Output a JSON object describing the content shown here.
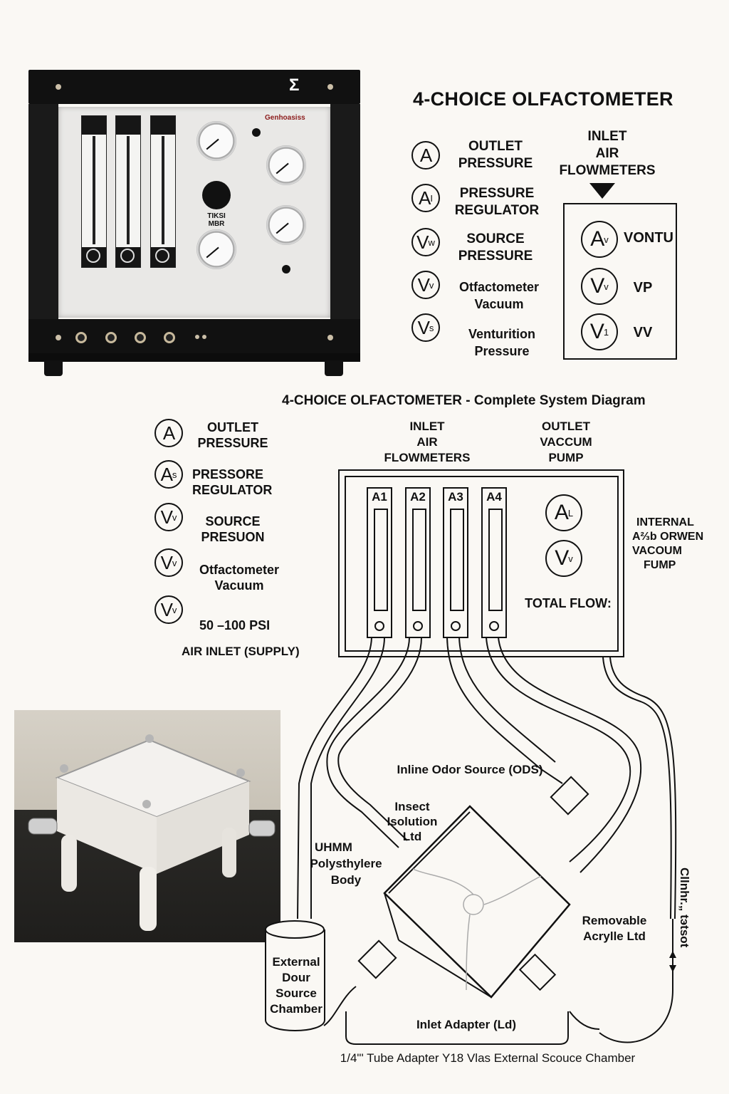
{
  "device_photo": {
    "logo_symbol": "Σ",
    "brand_label": "Genhoasiss",
    "center_label_line1": "TIKSI",
    "center_label_line2": "MBR",
    "flowmeter_count": 3,
    "gauge_count": 4,
    "front_port_count": 4
  },
  "header": {
    "title": "4-CHOICE OLFACTOMETER"
  },
  "legend_top": {
    "items": [
      {
        "symbol": "A",
        "sub": "",
        "line1": "OUTLET",
        "line2": "PRESSURE"
      },
      {
        "symbol": "A",
        "sub": "I",
        "line1": "PRESSURE",
        "line2": "REGULATOR"
      },
      {
        "symbol": "V",
        "sub": "w",
        "line1": "SOURCE",
        "line2": "PRESSURE"
      },
      {
        "symbol": "V",
        "sub": "v",
        "line1": "Otfactometer",
        "line2": "Vacuum"
      },
      {
        "symbol": "V",
        "sub": "s",
        "line1": "Venturition",
        "line2": "Pressure"
      }
    ]
  },
  "inlet_panel": {
    "heading_line1": "INLET",
    "heading_line2": "AIR",
    "heading_line3": "FLOWMETERS",
    "arrow_icon": "down-triangle",
    "items": [
      {
        "symbol": "A",
        "sub": "v",
        "label": "VONTU"
      },
      {
        "symbol": "V",
        "sub": "v",
        "label": "VP"
      },
      {
        "symbol": "V",
        "sub": "1",
        "label": "VV"
      }
    ]
  },
  "system_diagram": {
    "title": "4-CHOICE OLFACTOMETER - Complete System Diagram",
    "legend": [
      {
        "symbol": "A",
        "sub": "",
        "line1": "OUTLET",
        "line2": "PRESSURE"
      },
      {
        "symbol": "A",
        "sub": "s",
        "line1": "PRESSORE",
        "line2": "REGULATOR"
      },
      {
        "symbol": "V",
        "sub": "v",
        "line1": "SOURCE",
        "line2": "PRESUON"
      },
      {
        "symbol": "V",
        "sub": "v",
        "line1": "Otfactometer",
        "line2": "Vacuum"
      },
      {
        "symbol": "V",
        "sub": "v",
        "line1": "",
        "line2": ""
      }
    ],
    "supply_pressure": "50 –100 PSI",
    "air_inlet_label": "AIR INLET (SUPPLY)",
    "inlet_heading": [
      "INLET",
      "AIR",
      "FLOWMETERS"
    ],
    "outlet_heading": [
      "OUTLET",
      "VACCUM",
      "PUMP"
    ],
    "flowmeters": [
      "A1",
      "A2",
      "A3",
      "A4"
    ],
    "box_gauges": [
      {
        "symbol": "A",
        "sub": "L"
      },
      {
        "symbol": "V",
        "sub": "v"
      }
    ],
    "total_flow_label": "TOTAL FLOW:",
    "internal_pump_label": [
      "INTERNAL",
      "A⅔b ORWEN",
      "VACOUM",
      "FUMP"
    ],
    "labels": {
      "inline_odor_source": "Inline Odor Source (ODS)",
      "insect_isolution": [
        "Insect",
        "Isolution",
        "Ltd"
      ],
      "body": [
        "UHMM",
        "Polysthylere",
        "Body"
      ],
      "removable_lid": [
        "Removable",
        "Acrylle Ltd"
      ],
      "external_chamber": [
        "External",
        "Dour",
        "Source",
        "Chamber"
      ],
      "inlet_adapter": "Inlet Adapter (Ld)",
      "side_tube": "Cllnhr.„ tэtsot",
      "footer": "1/4\"' Tube Adapter Y18 Vlas External Scouce Chamber"
    }
  }
}
